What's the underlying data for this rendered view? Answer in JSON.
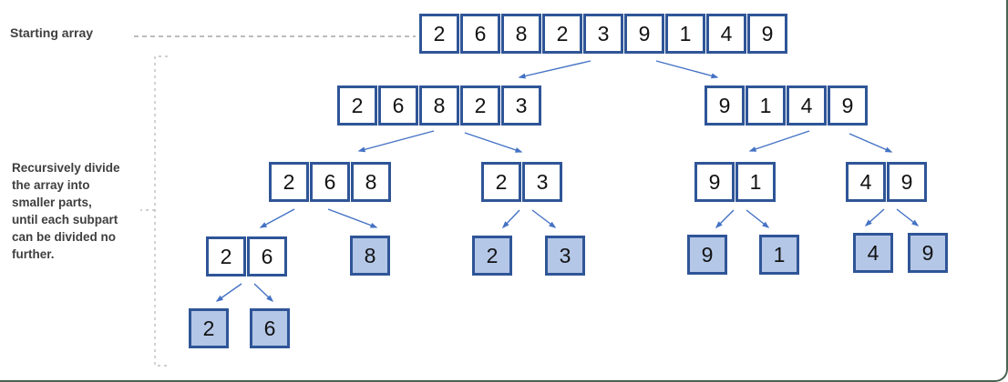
{
  "labels": {
    "starting_array": "Starting array",
    "description": "Recursively divide\nthe array into\nsmaller parts,\nuntil each subpart\ncan be divided no\nfurther."
  },
  "colors": {
    "cell_border": "#2f5597",
    "cell_fill_plain": "#ffffff",
    "cell_fill_highlight": "#b4c7e7",
    "arrow": "#4472c4",
    "dashed_line": "#a6a6a6",
    "bracket_line": "#bfbfbf",
    "frame_border": "#4a6352",
    "text": "#3f3f3f"
  },
  "tree": {
    "root": {
      "values": [
        2,
        6,
        8,
        2,
        3,
        9,
        1,
        4,
        9
      ],
      "filled": false
    },
    "l1_left": {
      "values": [
        2,
        6,
        8,
        2,
        3
      ],
      "filled": false
    },
    "l1_right": {
      "values": [
        9,
        1,
        4,
        9
      ],
      "filled": false
    },
    "l2_a": {
      "values": [
        2,
        6,
        8
      ],
      "filled": false
    },
    "l2_b": {
      "values": [
        2,
        3
      ],
      "filled": false
    },
    "l2_c": {
      "values": [
        9,
        1
      ],
      "filled": false
    },
    "l2_d": {
      "values": [
        4,
        9
      ],
      "filled": false
    },
    "l3_a": {
      "values": [
        2,
        6
      ],
      "filled": false
    },
    "l3_b": {
      "values": [
        8
      ],
      "filled": true
    },
    "l3_c": {
      "values": [
        2
      ],
      "filled": true
    },
    "l3_d": {
      "values": [
        3
      ],
      "filled": true
    },
    "l3_e": {
      "values": [
        9
      ],
      "filled": true
    },
    "l3_f": {
      "values": [
        1
      ],
      "filled": true
    },
    "l3_g": {
      "values": [
        4
      ],
      "filled": true
    },
    "l3_h": {
      "values": [
        9
      ],
      "filled": true
    },
    "l4_a": {
      "values": [
        2
      ],
      "filled": true
    },
    "l4_b": {
      "values": [
        6
      ],
      "filled": true
    }
  }
}
